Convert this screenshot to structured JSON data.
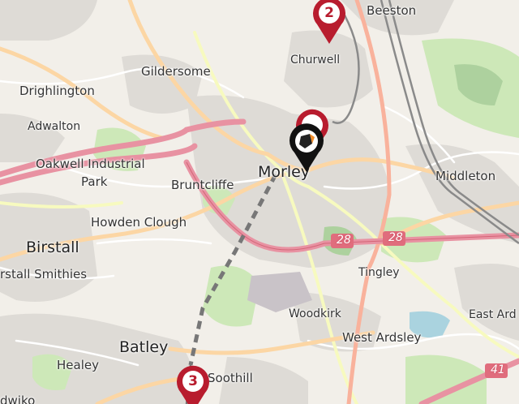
{
  "map": {
    "places": {
      "beeston": "Beeston",
      "churwell": "Churwell",
      "gildersome": "Gildersome",
      "drighlington": "Drighlington",
      "adwalton": "Adwalton",
      "oakwell_industrial_park_1": "Oakwell Industrial",
      "oakwell_industrial_park_2": "Park",
      "bruntcliffe": "Bruntcliffe",
      "morley": "Morley",
      "middleton": "Middleton",
      "howden_clough": "Howden Clough",
      "birstall": "Birstall",
      "birstall_smithies": "rstall Smithies",
      "tingley": "Tingley",
      "woodkirk": "Woodkirk",
      "west_ardsley": "West Ardsley",
      "east_ardsley": "East Ard",
      "batley": "Batley",
      "healey": "Healey",
      "soothill": "Soothill",
      "dewsbury_partial": "dwiko"
    },
    "road_numbers": {
      "a28_left": "28",
      "a28_right": "28",
      "a41": "41"
    },
    "markers": [
      {
        "label": "2",
        "type": "numbered"
      },
      {
        "label": "3",
        "type": "numbered"
      },
      {
        "label": "",
        "type": "current-location"
      }
    ],
    "colors": {
      "land": "#f2efe9",
      "urban": "#dddddd",
      "green": "#c8e6b0",
      "park": "#add19e",
      "motorway": "#e892a2",
      "trunk": "#f9b29c",
      "primary": "#fcd6a4",
      "secondary": "#f7fabf",
      "marker_red": "#b81c2e",
      "marker_black": "#111111"
    }
  }
}
